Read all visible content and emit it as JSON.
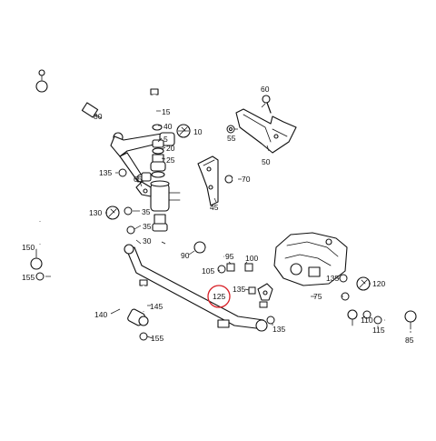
{
  "diagram": {
    "highlight_color": "#d81f26",
    "line_color": "#111111",
    "highlighted_callout": "125",
    "callouts": [
      "80",
      "15",
      "40",
      "5",
      "10",
      "20",
      "25",
      "135",
      "65",
      "70",
      "45",
      "130",
      "35",
      "35",
      "30",
      "60",
      "55",
      "50",
      "90",
      "105",
      "95",
      "100",
      "135",
      "125",
      "150",
      "155",
      "140",
      "145",
      "155",
      "75",
      "135",
      "120",
      "135",
      "110",
      "115",
      "85"
    ],
    "icons": [
      "tie-rod-icon",
      "ball-joint-icon",
      "bolt-icon",
      "nut-icon",
      "washer-icon",
      "steering-box-icon",
      "wrench-icon",
      "bracket-icon"
    ]
  }
}
